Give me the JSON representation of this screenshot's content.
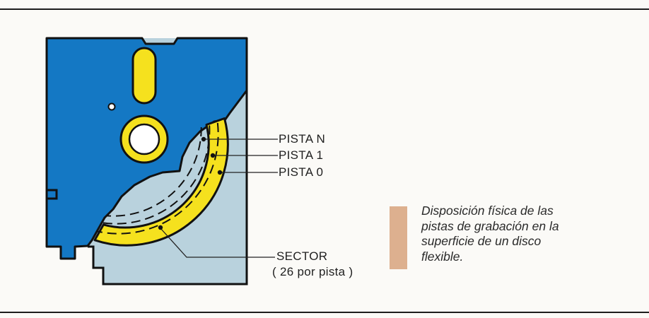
{
  "labels": {
    "pista_n": "PISTA N",
    "pista_1": "PISTA 1",
    "pista_0": "PISTA 0",
    "sector": "SECTOR",
    "sector_note": "( 26 por pista )"
  },
  "caption": "Disposición física de las\npistas de grabación en la\nsuperficie de un disco\nflexible.",
  "colors": {
    "jacket": "#1478c4",
    "disk": "#f5e11e",
    "cutaway": "#b9d2dd",
    "swatch": "#ddb08f"
  }
}
